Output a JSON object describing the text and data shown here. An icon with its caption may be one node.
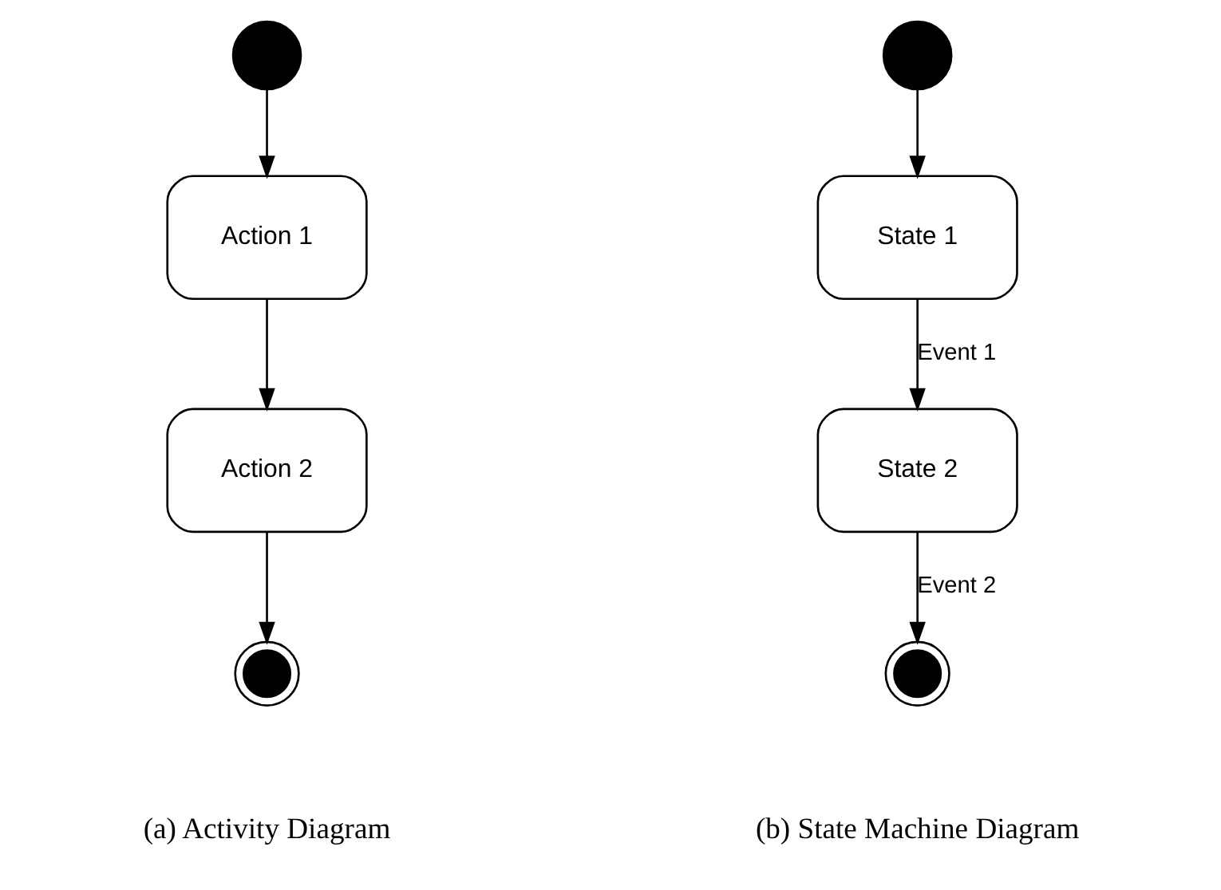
{
  "diagram": {
    "nodes": [
      {
        "text": [],
        "shape": "circle"
      },
      {
        "text": [
          "Action 1"
        ]
      },
      {
        "text": [
          "Action 2"
        ]
      },
      {
        "text": [],
        "shape": "bullseye"
      },
      {
        "text": [],
        "shape": "circle"
      },
      {
        "text": [
          "State 1"
        ]
      },
      {
        "text": [
          "State 2"
        ]
      },
      {
        "text": [],
        "shape": "bullseye"
      }
    ],
    "edges": [
      {
        "from": 0,
        "to": 1,
        "arrow": "to"
      },
      {
        "from": 1,
        "to": 2,
        "arrow": "to"
      },
      {
        "from": 2,
        "to": 3,
        "arrow": "to"
      },
      {
        "from": 4,
        "to": 5,
        "arrow": "to"
      },
      {
        "from": 5,
        "to": 6,
        "arrow": "to",
        "label": "Event 1"
      },
      {
        "from": 6,
        "to": 7,
        "arrow": "to",
        "label": "Event 2"
      }
    ],
    "labels": [
      "(a) Activity Diagram",
      "(b) State Machine Diagram"
    ]
  }
}
